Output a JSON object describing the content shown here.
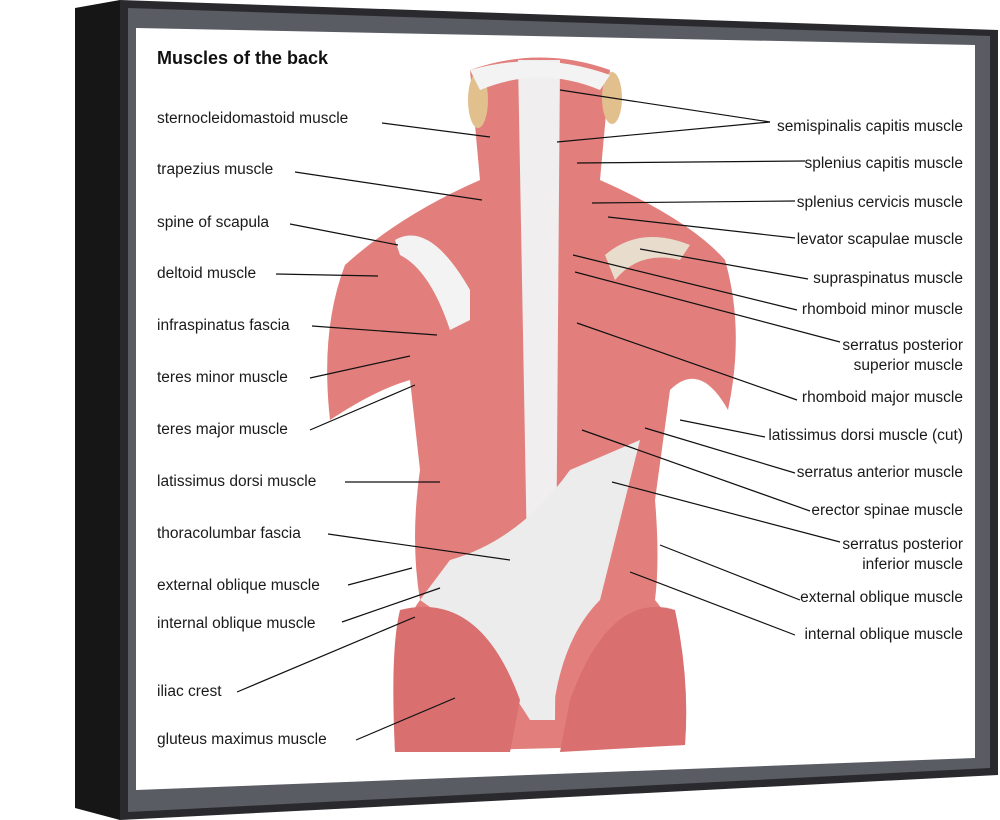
{
  "title": "Muscles of the back",
  "left_labels": [
    "sternocleidomastoid muscle",
    "trapezius muscle",
    "spine of scapula",
    "deltoid muscle",
    "infraspinatus fascia",
    "teres minor muscle",
    "teres major muscle",
    "latissimus dorsi muscle",
    "thoracolumbar fascia",
    "external oblique muscle",
    "internal oblique muscle",
    "iliac crest",
    "gluteus maximus muscle"
  ],
  "right_labels": [
    "semispinalis capitis muscle",
    "splenius capitis muscle",
    "splenius cervicis muscle",
    "levator scapulae muscle",
    "supraspinatus muscle",
    "rhomboid minor muscle",
    "serratus posterior",
    "superior muscle",
    "rhomboid major muscle",
    "latissimus dorsi muscle (cut)",
    "serratus anterior muscle",
    "erector spinae muscle",
    "serratus posterior",
    "inferior muscle",
    "external oblique muscle",
    "internal oblique muscle"
  ],
  "colors": {
    "muscle": "#e08080",
    "fascia": "#eeeeee",
    "frame": "#1c1c1c"
  }
}
